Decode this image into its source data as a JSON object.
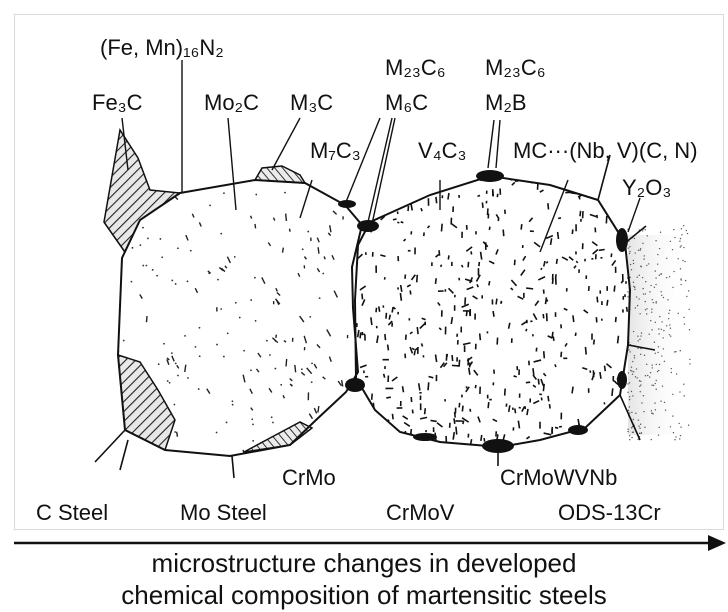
{
  "labels": {
    "fe_mn_n": "(Fe, Mn)₁₆N₂",
    "fe3c": "Fe₃C",
    "mo2c": "Mo₂C",
    "m3c": "M₃C",
    "m23c6_a": "M₂₃C₆",
    "m6c": "M₆C",
    "m23c6_b": "M₂₃C₆",
    "m2b": "M₂B",
    "m7c3": "M₇C₃",
    "v4c3": "V₄C₃",
    "mc": "MC···(Nb, V)(C, N)",
    "y2o3": "Y₂O₃"
  },
  "steels": {
    "c_steel": "C Steel",
    "mo_steel": "Mo Steel",
    "crmo": "CrMo",
    "crmov": "CrMoV",
    "crmowvnb": "CrMoWVNb",
    "ods": "ODS-13Cr"
  },
  "caption": {
    "line1": "microstructure changes in developed",
    "line2": "chemical composition of martensitic steels"
  }
}
